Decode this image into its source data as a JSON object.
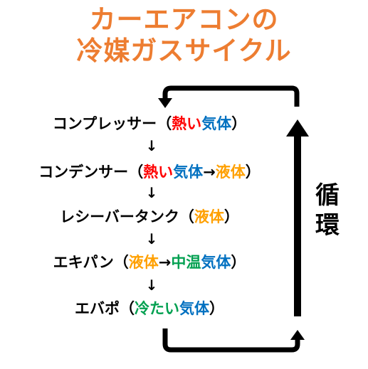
{
  "title": {
    "line1": "カーエアコンの",
    "line2": "冷媒ガスサイクル"
  },
  "colors": {
    "title": "#ed7d31",
    "hot": "#ff0000",
    "gas": "#0070c0",
    "liquid": "#ffa000",
    "warm": "#00a050",
    "cold": "#00a050",
    "text": "#000000"
  },
  "steps": [
    {
      "name": "コンプレッサー",
      "open": "（",
      "close": "）",
      "parts": [
        {
          "text": "熱い",
          "color": "#ff0000"
        },
        {
          "text": "気体",
          "color": "#0070c0"
        }
      ]
    },
    {
      "name": "コンデンサー",
      "open": "（",
      "close": "）",
      "parts": [
        {
          "text": "熱い",
          "color": "#ff0000"
        },
        {
          "text": "気体",
          "color": "#0070c0"
        },
        {
          "text": "→",
          "color": "#000000"
        },
        {
          "text": "液体",
          "color": "#ffa000"
        }
      ]
    },
    {
      "name": "レシーバータンク",
      "open": "（",
      "close": "）",
      "parts": [
        {
          "text": "液体",
          "color": "#ffa000"
        }
      ]
    },
    {
      "name": "エキパン",
      "open": "（",
      "close": "）",
      "parts": [
        {
          "text": "液体",
          "color": "#ffa000"
        },
        {
          "text": "→",
          "color": "#000000"
        },
        {
          "text": "中温",
          "color": "#00a050"
        },
        {
          "text": "気体",
          "color": "#0070c0"
        }
      ]
    },
    {
      "name": "エバポ",
      "open": "（",
      "close": "）",
      "parts": [
        {
          "text": "冷たい",
          "color": "#00a050"
        },
        {
          "text": "気体",
          "color": "#0070c0"
        }
      ]
    }
  ],
  "arrow_down": "↓",
  "loop_label": {
    "line1": "循",
    "line2": "環"
  }
}
